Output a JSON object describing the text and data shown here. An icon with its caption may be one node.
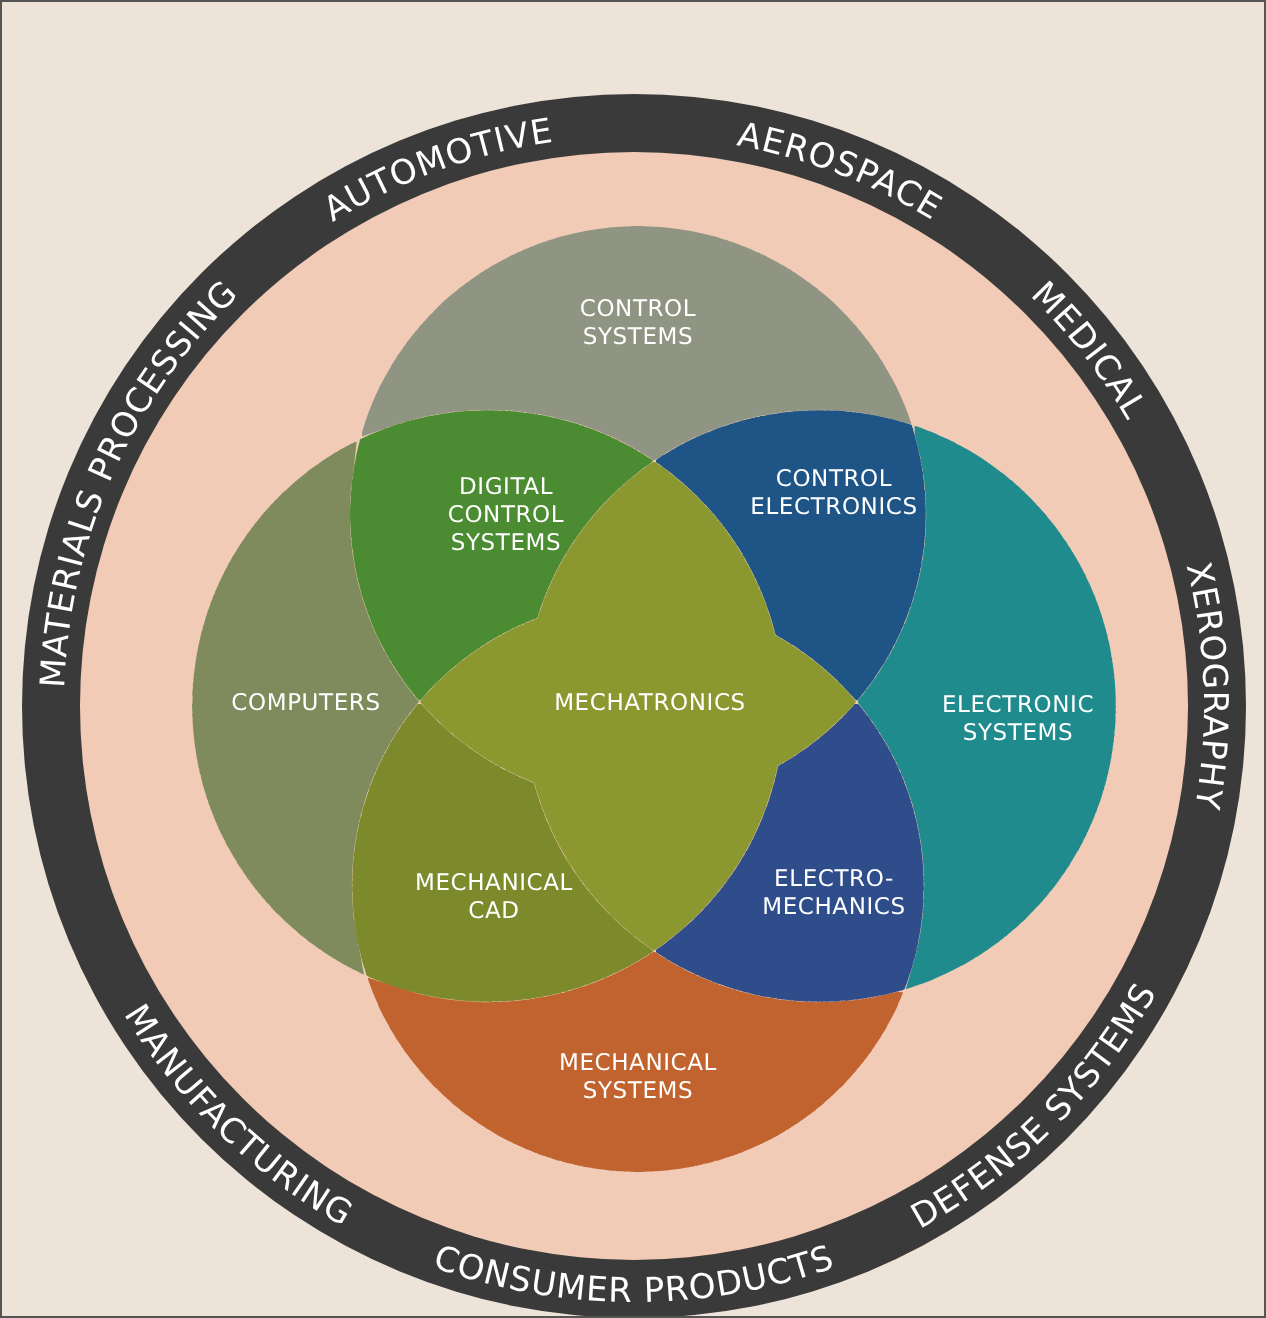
{
  "diagram": {
    "nodes": [
      {
        "text": [
          "CONTROL SYSTEMS"
        ]
      },
      {
        "text": [
          "DIGITAL CONTROL SYSTEMS"
        ]
      },
      {
        "text": [
          "CONTROL ELECTRONICS"
        ]
      },
      {
        "text": [
          "COMPUTERS"
        ]
      },
      {
        "text": [
          "MECHATRONICS"
        ]
      },
      {
        "text": [
          "ELECTRONIC SYSTEMS"
        ]
      },
      {
        "text": [
          "MECHANICAL CAD"
        ]
      },
      {
        "text": [
          "ELECTRO-MECHANICS"
        ]
      },
      {
        "text": [
          "MECHANICAL SYSTEMS"
        ]
      }
    ],
    "edges": [],
    "labels": [
      "MATERIALS PROCESSING",
      "AUTOMOTIVE",
      "AEROSPACE",
      "MEDICAL",
      "XEROGRAPHY",
      "MANUFACTURING",
      "CONSUMER PRODUCTS",
      "DEFENSE SYSTEMS"
    ]
  }
}
